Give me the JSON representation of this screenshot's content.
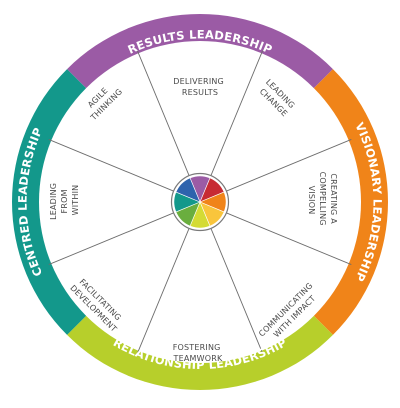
{
  "outer_bands": [
    {
      "label": "RESULTS LEADERSHIP",
      "color": "#9b5ba5"
    },
    {
      "label": "VISIONARY LEADERSHIP",
      "color": "#f08419"
    },
    {
      "label": "RELATIONSHIP LEADERSHIP",
      "color": "#b7cf2b"
    },
    {
      "label": "CENTRED LEADERSHIP",
      "color": "#13988b"
    }
  ],
  "segments": [
    {
      "lines": [
        "DELIVERING",
        "RESULTS"
      ],
      "hub_color": "#9b5ba5"
    },
    {
      "lines": [
        "LEADING",
        "CHANGE"
      ],
      "hub_color": "#c72a33"
    },
    {
      "lines": [
        "CREATING A",
        "COMPELLING",
        "VISION"
      ],
      "hub_color": "#f08419"
    },
    {
      "lines": [
        "COMMUNICATING",
        "WITH IMPACT"
      ],
      "hub_color": "#f9c53c"
    },
    {
      "lines": [
        "FOSTERING",
        "TEAMWORK"
      ],
      "hub_color": "#d4db34"
    },
    {
      "lines": [
        "FACILITATING",
        "DEVELOPMENT"
      ],
      "hub_color": "#6aae3e"
    },
    {
      "lines": [
        "LEADING",
        "FROM",
        "WITHIN"
      ],
      "hub_color": "#13988b"
    },
    {
      "lines": [
        "AGILE",
        "THINKING"
      ],
      "hub_color": "#2e63ad"
    }
  ]
}
